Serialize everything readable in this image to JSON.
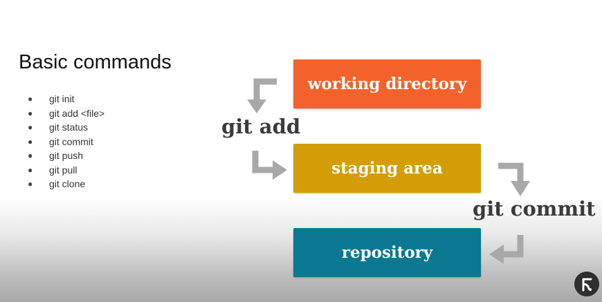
{
  "title": "Basic commands",
  "commands": [
    "git init",
    "git add <file>",
    "git status",
    "git commit",
    "git push",
    "git pull",
    "git clone"
  ],
  "diagram": {
    "boxes": [
      {
        "label": "working directory",
        "color": "#f4622c"
      },
      {
        "label": "staging area",
        "color": "#d49d08"
      },
      {
        "label": "repository",
        "color": "#0a7891"
      }
    ],
    "arrow_labels": {
      "add": "git add",
      "commit": "git commit"
    },
    "label_color": "#3b3b3b",
    "arrow_color": "#a8a8a8"
  },
  "icons": {
    "bullet": "bullet-icon",
    "logo": "brand-logo-icon"
  }
}
